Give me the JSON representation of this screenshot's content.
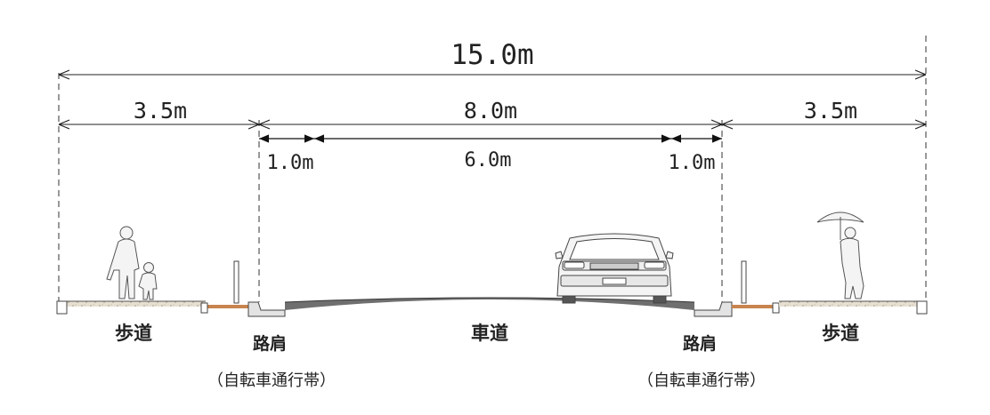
{
  "dimensions": {
    "total": "15.0m",
    "left_sidewalk": "3.5m",
    "roadway": "8.0m",
    "right_sidewalk": "3.5m",
    "left_shoulder": "1.0m",
    "carriageway": "6.0m",
    "right_shoulder": "1.0m"
  },
  "labels": {
    "left_sidewalk": "歩道",
    "left_shoulder": "路肩",
    "left_shoulder_note": "（自転車通行帯）",
    "roadway": "車道",
    "right_shoulder": "路肩",
    "right_shoulder_note": "（自転車通行帯）",
    "right_sidewalk": "歩道"
  },
  "icons": {
    "pedestrians": "adult-and-child-silhouette-icon",
    "car": "car-front-icon",
    "umbrella_person": "person-with-umbrella-icon"
  },
  "colors": {
    "line": "#222222",
    "asphalt": "#6f6f6f",
    "curb": "#d9d9d9",
    "bike_lane_strip": "#c8844e",
    "sidewalk_fill": "#cfc7b8",
    "silhouette": "#f4f4f4"
  }
}
